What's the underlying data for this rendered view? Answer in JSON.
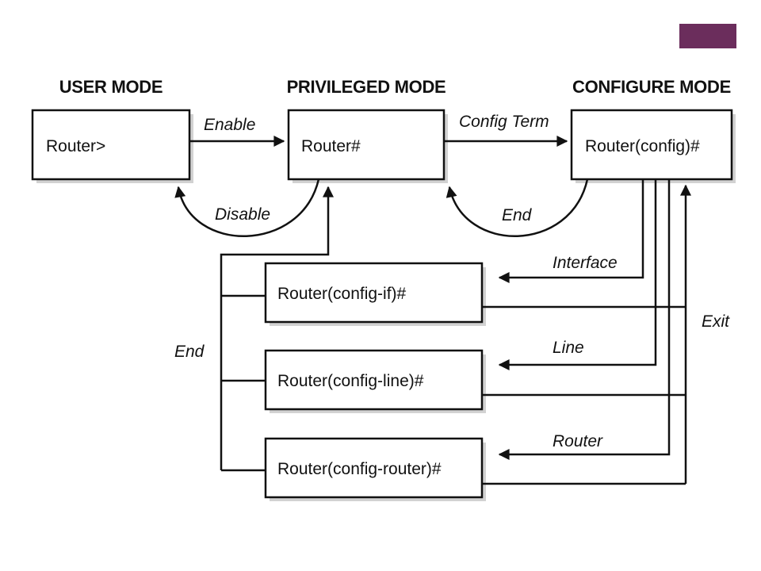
{
  "colors": {
    "accent": "#6b2d5c",
    "ink": "#111111",
    "shadow": "#d2d2d2"
  },
  "modes": {
    "user": "USER MODE",
    "privileged": "PRIVILEGED MODE",
    "configure": "CONFIGURE MODE"
  },
  "prompts": {
    "user": "Router>",
    "privileged": "Router#",
    "configure": "Router(config)#",
    "config_if": "Router(config-if)#",
    "config_line": "Router(config-line)#",
    "config_router": "Router(config-router)#"
  },
  "edges": {
    "enable": "Enable",
    "disable": "Disable",
    "config_term": "Config Term",
    "end_top": "End",
    "interface": "Interface",
    "line": "Line",
    "router": "Router",
    "exit": "Exit",
    "end_left": "End"
  }
}
